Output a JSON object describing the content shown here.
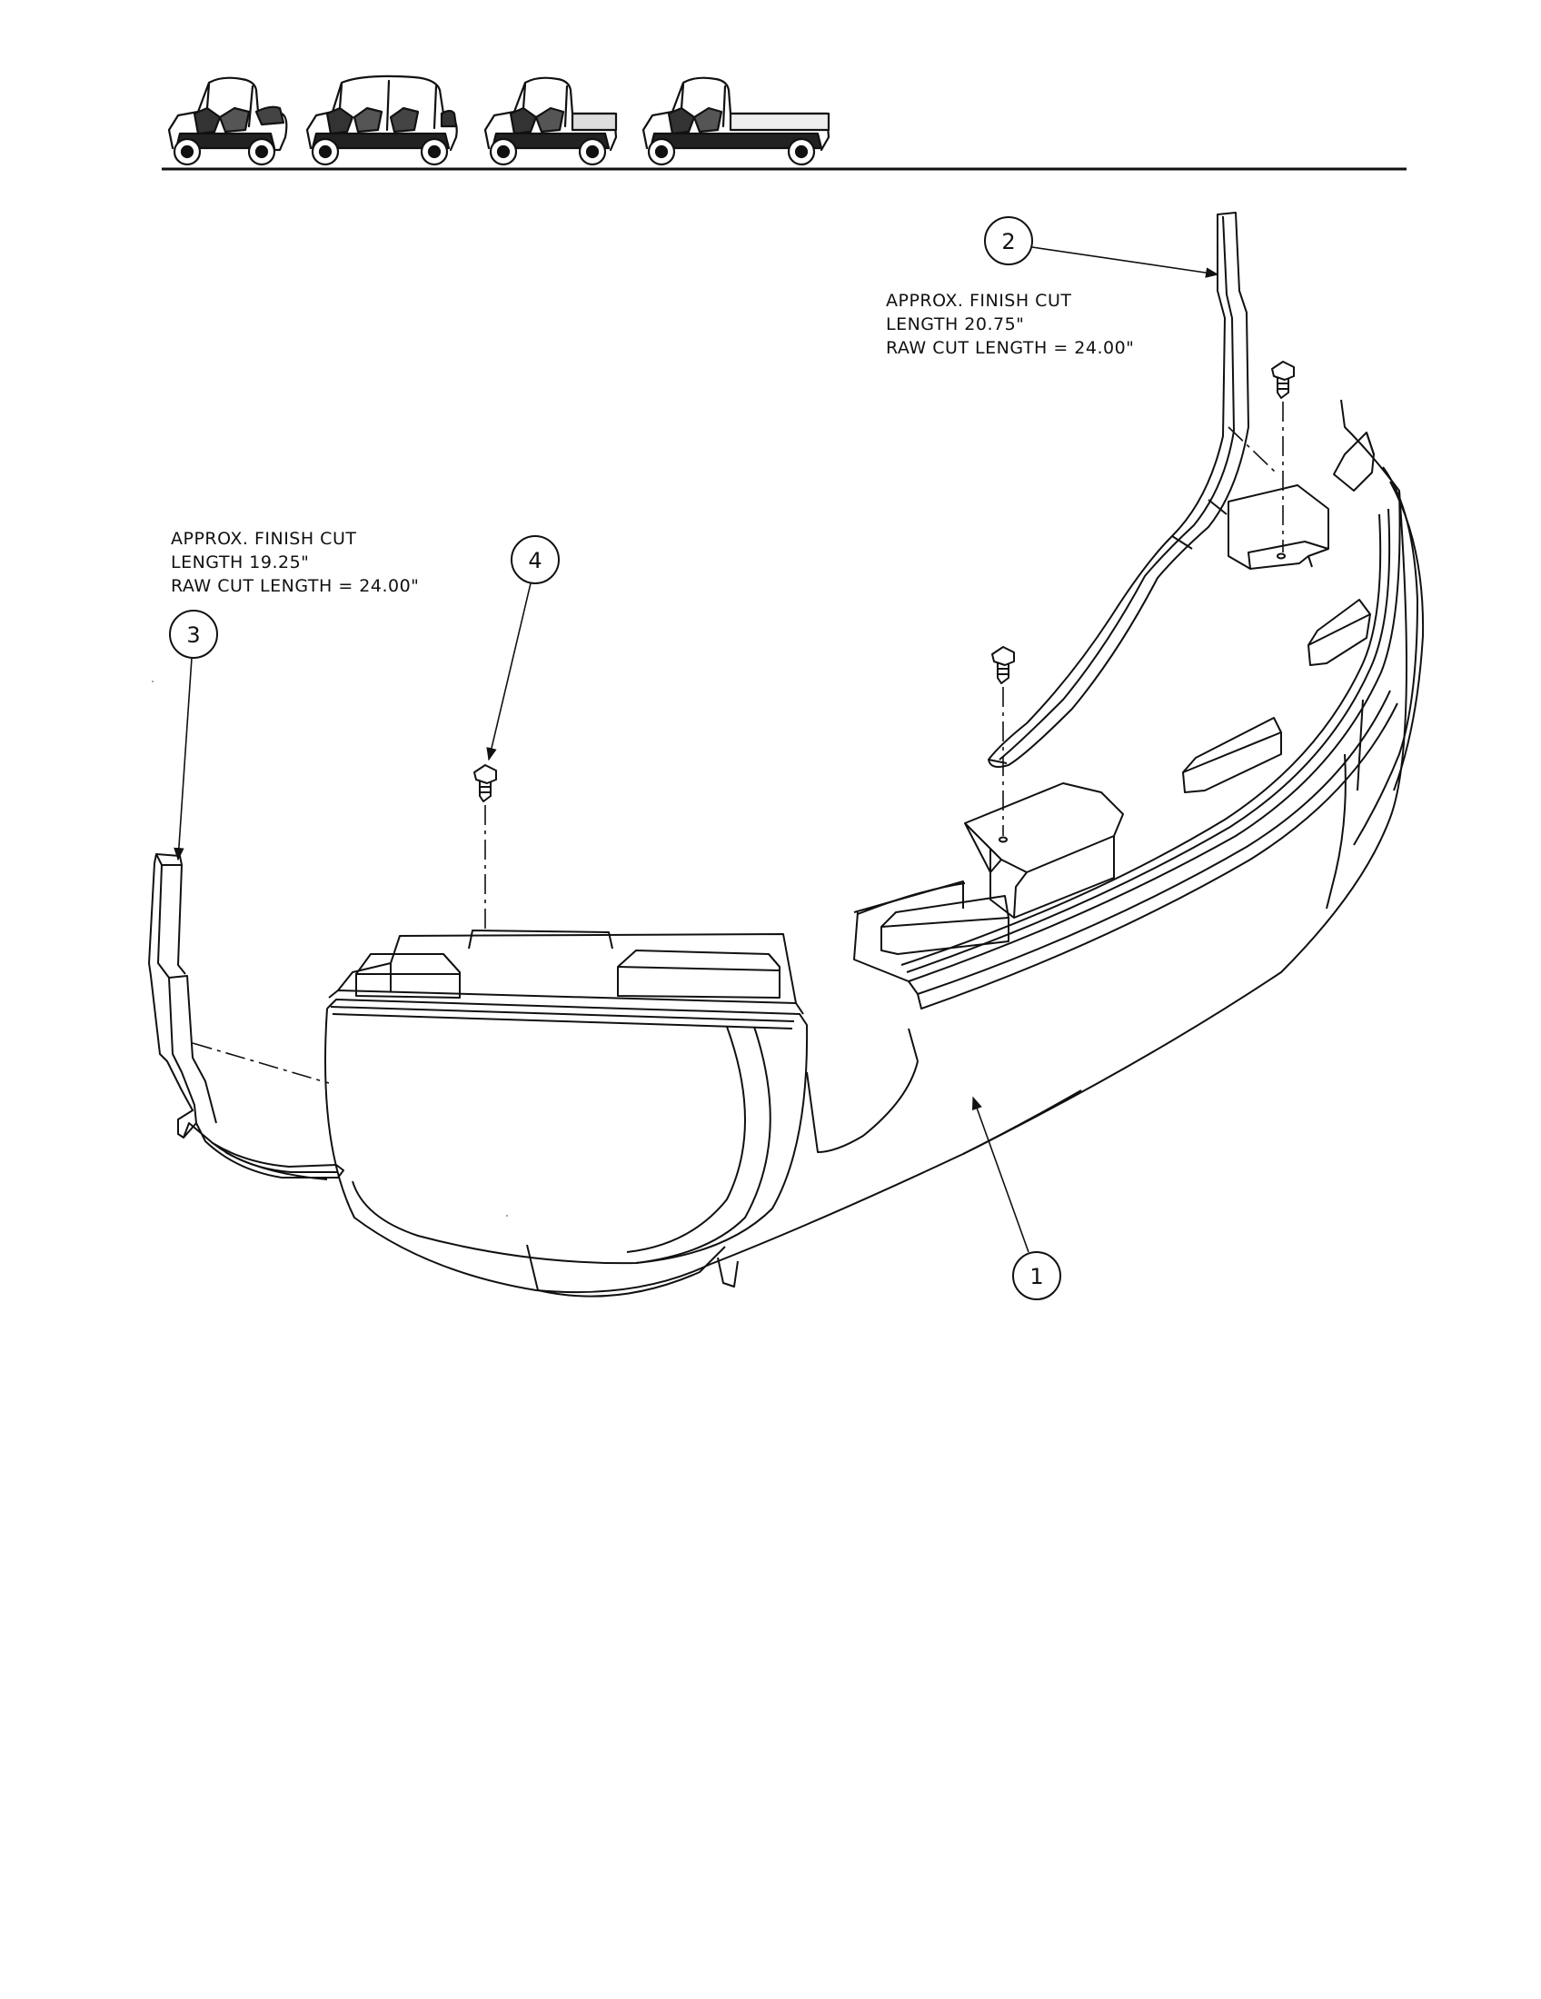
{
  "header": {
    "vehicle_icons": [
      "two-seat-vehicle-icon",
      "four-seat-vehicle-icon",
      "short-bed-utility-vehicle-icon",
      "long-bed-utility-vehicle-icon"
    ]
  },
  "callouts": [
    {
      "label": "1"
    },
    {
      "label": "2"
    },
    {
      "label": "3"
    },
    {
      "label": "4"
    }
  ],
  "notes": {
    "right": {
      "line1": "APPROX. FINISH CUT",
      "line2": "LENGTH 20.75\"",
      "line3": "RAW CUT LENGTH = 24.00\""
    },
    "left": {
      "line1": "APPROX. FINISH CUT",
      "line2": "LENGTH 19.25\"",
      "line3": "RAW CUT LENGTH = 24.00\""
    }
  },
  "colors": {
    "line": "#111111",
    "background": "#ffffff"
  }
}
